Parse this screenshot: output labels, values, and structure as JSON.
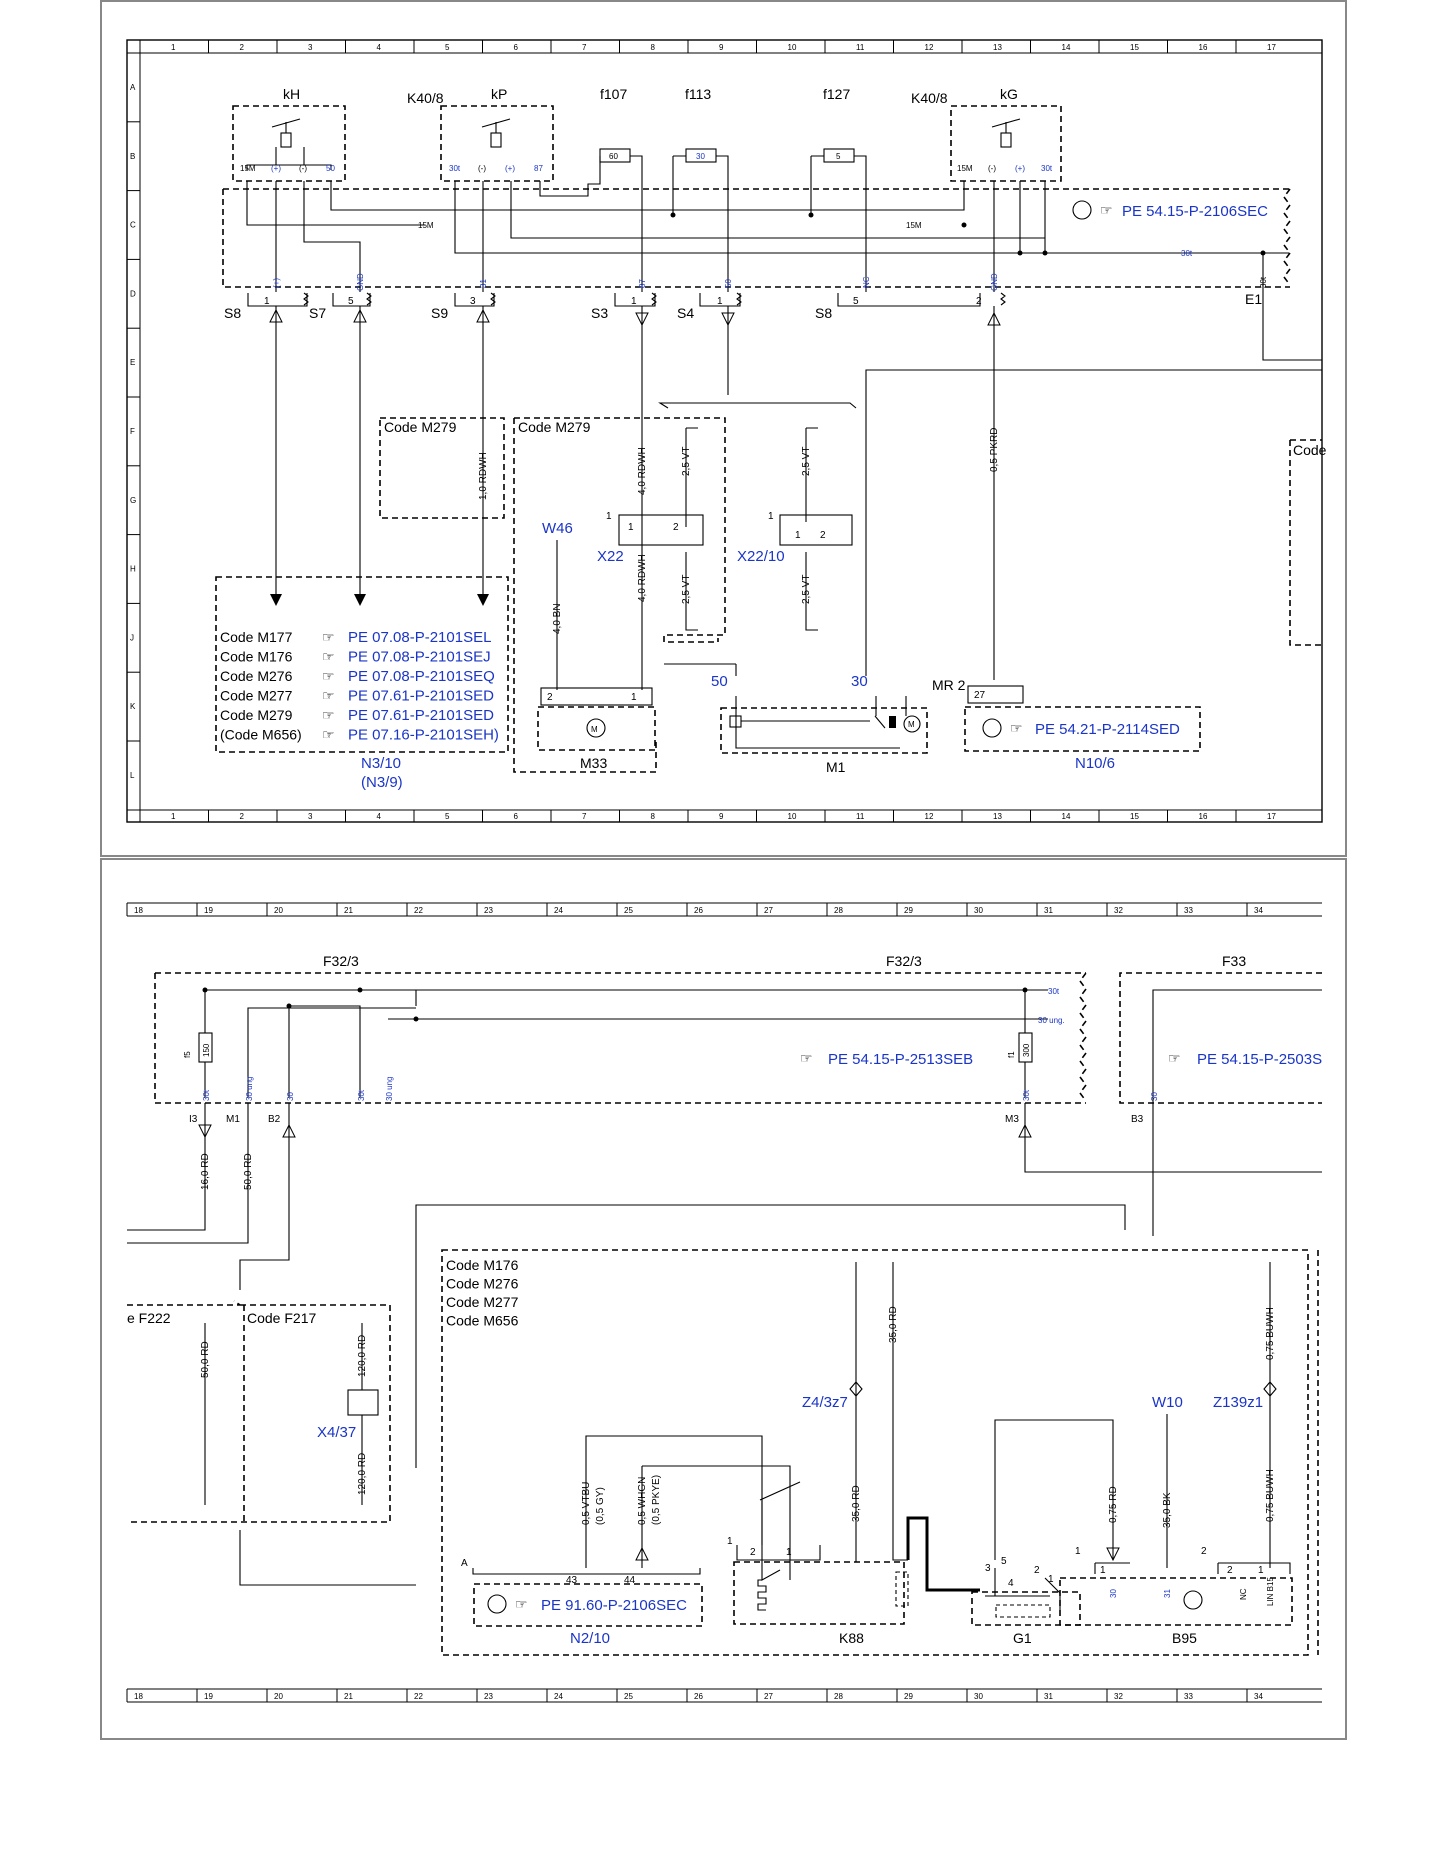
{
  "top_panel": {
    "col_numbers": [
      "1",
      "2",
      "3",
      "4",
      "5",
      "6",
      "7",
      "8",
      "9",
      "10",
      "11",
      "12",
      "13",
      "14",
      "15",
      "16",
      "17"
    ],
    "row_letters": [
      "A",
      "B",
      "C",
      "D",
      "E",
      "F",
      "G",
      "H",
      "J",
      "K",
      "L"
    ],
    "components": {
      "kH": "kH",
      "k408_a": "K40/8",
      "kP": "kP",
      "f107": "f107",
      "f113": "f113",
      "f127": "f127",
      "k408_b": "K40/8",
      "kG": "kG",
      "fuse_f107": "60",
      "fuse_f113": "30",
      "fuse_f127": "5"
    },
    "relay_pins": {
      "kH": [
        "15M",
        "(+)",
        "(-)",
        "50"
      ],
      "kP": [
        "30t",
        "(-)",
        "(+)",
        "87"
      ],
      "kG": [
        "15M",
        "(-)",
        "(+)",
        "30t"
      ]
    },
    "bus_labels": {
      "15m_a": "15M",
      "15m_b": "15M",
      "30t": "30t"
    },
    "ref_c": "PE 54.15-P-2106SEC",
    "connectors": [
      {
        "name": "S8",
        "pin": "1",
        "sig": "(+)"
      },
      {
        "name": "S7",
        "pin": "5",
        "sig": "GND"
      },
      {
        "name": "S9",
        "pin": "3",
        "sig": "31"
      },
      {
        "name": "S3",
        "pin": "1",
        "sig": "87"
      },
      {
        "name": "S4",
        "pin": "1",
        "sig": "50"
      },
      {
        "name": "S8",
        "pin": "5",
        "sig": "NC"
      },
      {
        "name": "",
        "pin": "2",
        "sig": "GND"
      },
      {
        "name": "E1",
        "pin": "",
        "sig": "30t"
      }
    ],
    "code_m279_a": "Code M279",
    "code_m279_b": "Code M279",
    "code_partial": "Code",
    "wire_rdwh_10": "1,0 RDWH",
    "wire_rdwh_40a": "4,0 RDWH",
    "wire_rdwh_40b": "4,0 RDWH",
    "wire_vt_a": "2,5 VT",
    "wire_vt_b": "2,5 VT",
    "wire_vt_c": "2,5 VT",
    "wire_vt_d": "2,5 VT",
    "wire_pkrd": "0,5 PKRD",
    "wire_bn": "4,0 BN",
    "W46": "W46",
    "X22": "X22",
    "X22_10": "X22/10",
    "pin_1a": "1",
    "pin_1b": "1",
    "pin_2a": "2",
    "pin_1c": "1",
    "pin_1d": "1",
    "pin_2b": "2",
    "code_list": [
      {
        "code": "Code M177",
        "ref": "PE 07.08-P-2101SEL"
      },
      {
        "code": "Code M176",
        "ref": "PE 07.08-P-2101SEJ"
      },
      {
        "code": "Code M276",
        "ref": "PE 07.08-P-2101SEQ"
      },
      {
        "code": "Code M277",
        "ref": "PE 07.61-P-2101SED"
      },
      {
        "code": "Code M279",
        "ref": "PE 07.61-P-2101SED"
      },
      {
        "code": "(Code M656)",
        "ref": "PE 07.16-P-2101SEH)"
      }
    ],
    "n3_10": "N3/10",
    "n3_9": "(N3/9)",
    "M33": "M33",
    "M1": "M1",
    "m1_50": "50",
    "m1_30": "30",
    "mr2": "MR 2",
    "n10_pin": "27",
    "n10_ref": "PE 54.21-P-2114SED",
    "N10_6": "N10/6",
    "m33_pin2": "2",
    "m33_pin1": "1"
  },
  "bottom_panel": {
    "col_numbers": [
      "18",
      "19",
      "20",
      "21",
      "22",
      "23",
      "24",
      "25",
      "26",
      "27",
      "28",
      "29",
      "30",
      "31",
      "32",
      "33",
      "34"
    ],
    "F32_3_a": "F32/3",
    "F32_3_b": "F32/3",
    "F33": "F33",
    "fuse_f5": "f5",
    "fuse_f5_val": "150",
    "fuse_f1": "f1",
    "fuse_f1_val": "300",
    "bus_30t": "30t",
    "bus_30ung": "30 ung.",
    "ref_f32": "PE 54.15-P-2513SEB",
    "ref_f33": "PE 54.15-P-2503S",
    "terminals": [
      "30t",
      "30 ung",
      "30",
      "30t",
      "30 ung",
      "30t",
      "30"
    ],
    "conn_I3": "I3",
    "conn_M1": "M1",
    "conn_B2": "B2",
    "conn_M3": "M3",
    "conn_B3": "B3",
    "wire_16rd": "16,0 RD",
    "wire_50rd_a": "50,0 RD",
    "wire_50rd_b": "50,0 RD",
    "wire_120rd_a": "120,0 RD",
    "wire_120rd_b": "120,0 RD",
    "code_f222": "e F222",
    "code_f217": "Code F217",
    "X4_37": "X4/37",
    "code_group": [
      "Code M176",
      "Code M276",
      "Code M277",
      "Code M656"
    ],
    "Z4_3z7": "Z4/3z7",
    "wire_35rd_a": "35,0 RD",
    "wire_35rd_b": "35,0 RD",
    "wire_vtbu": "0,5 VTBU",
    "wire_gy": "(0,5 GY)",
    "wire_whgn": "0,5 WHGN",
    "wire_pkye": "(0,5 PKYE)",
    "wire_075rd": "0,75 RD",
    "wire_35bk": "35,0 BK",
    "wire_buwh_a": "0,75 BUWH",
    "wire_buwh_b": "0,75 BUWH",
    "W10": "W10",
    "Z139z1": "Z139z1",
    "n2_A": "A",
    "n2_pin43": "43",
    "n2_pin44": "44",
    "n2_ref": "PE 91.60-P-2106SEC",
    "N2_10": "N2/10",
    "K88": "K88",
    "G1": "G1",
    "B95": "B95",
    "k88_pins": [
      "1",
      "2",
      "1"
    ],
    "g1_pins": [
      "3",
      "5",
      "4",
      "2",
      "1"
    ],
    "b95_pins": [
      "1",
      "1",
      "2",
      "2",
      "1"
    ],
    "b95_sigs": [
      "30",
      "31",
      "LIN B15",
      "NC"
    ]
  }
}
